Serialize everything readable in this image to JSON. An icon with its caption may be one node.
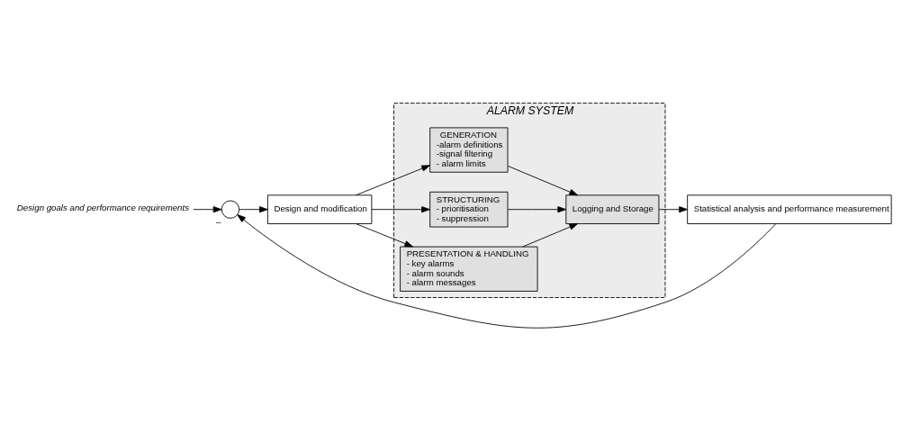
{
  "diagram": {
    "nodes": [
      {
        "text": [
          "Design goals and performance requirements"
        ]
      },
      {
        "text": [],
        "shape": "circle",
        "beside": [
          "–"
        ]
      },
      {
        "text": [
          "Design and modification"
        ]
      },
      {
        "text": [
          "ALARM SYSTEM"
        ]
      },
      {
        "text": [
          "GENERATION",
          "-alarm definitions",
          "-signal filtering",
          "- alarm limits"
        ],
        "in": 3
      },
      {
        "text": [
          "STRUCTURING",
          "- prioritisation",
          "- suppression"
        ],
        "in": 3
      },
      {
        "text": [
          "PRESENTATION & HANDLING",
          "- key alarms",
          "- alarm sounds",
          "- alarm messages"
        ],
        "in": 3
      },
      {
        "text": [
          "Logging and Storage"
        ],
        "in": 3
      },
      {
        "text": [
          "Statistical analysis and performance measurement"
        ]
      }
    ],
    "edges": [
      {
        "from": 0,
        "to": 1,
        "arrow": "to"
      },
      {
        "from": 1,
        "to": 2,
        "arrow": "to"
      },
      {
        "from": 2,
        "to": 4,
        "arrow": "to"
      },
      {
        "from": 2,
        "to": 5,
        "arrow": "to"
      },
      {
        "from": 2,
        "to": 6,
        "arrow": "to"
      },
      {
        "from": 4,
        "to": 7,
        "arrow": "to"
      },
      {
        "from": 5,
        "to": 7,
        "arrow": "to"
      },
      {
        "from": 6,
        "to": 7,
        "arrow": "to"
      },
      {
        "from": 7,
        "to": 8,
        "arrow": "to"
      },
      {
        "from": 8,
        "to": 1,
        "arrow": "to"
      }
    ]
  }
}
